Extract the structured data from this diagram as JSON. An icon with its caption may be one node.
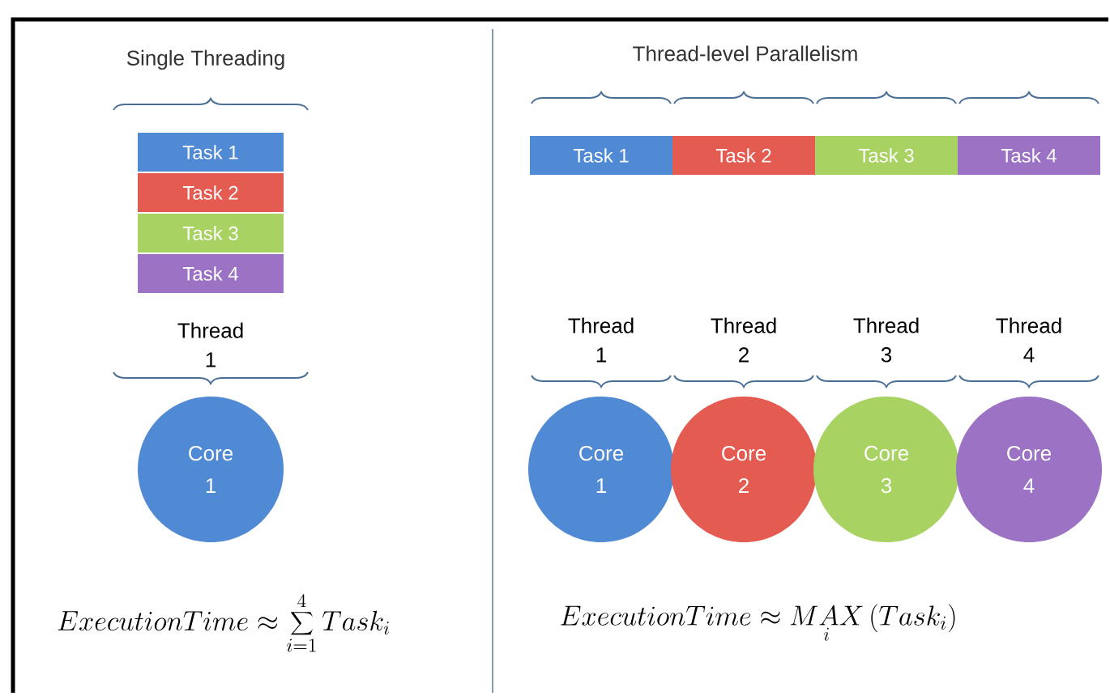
{
  "diagram": {
    "nodes": [
      {
        "text": [
          "Task 1"
        ]
      },
      {
        "text": [
          "Task 2"
        ]
      },
      {
        "text": [
          "Task 3"
        ]
      },
      {
        "text": [
          "Task 4"
        ]
      },
      {
        "text": [
          "Task 1"
        ]
      },
      {
        "text": [
          "Task 2"
        ]
      },
      {
        "text": [
          "Task 3"
        ]
      },
      {
        "text": [
          "Task 4"
        ]
      },
      {
        "text": [
          "Core 1"
        ]
      },
      {
        "text": [
          "Core 1"
        ]
      },
      {
        "text": [
          "Core 2"
        ]
      },
      {
        "text": [
          "Core 3"
        ]
      },
      {
        "text": [
          "Core 4"
        ]
      }
    ],
    "labels": [
      "Single Threading",
      "Thread-level Parallelism",
      "Thread 1",
      "Thread 1",
      "Thread 2",
      "Thread 3",
      "Thread 4",
      "ExecutionTime \\approx \\sum_{i=1}^{4} Task_i",
      "ExecutionTime \\approx \\mathop{MAX}\\limits_{i}\\left(Task_i\\right)"
    ]
  }
}
